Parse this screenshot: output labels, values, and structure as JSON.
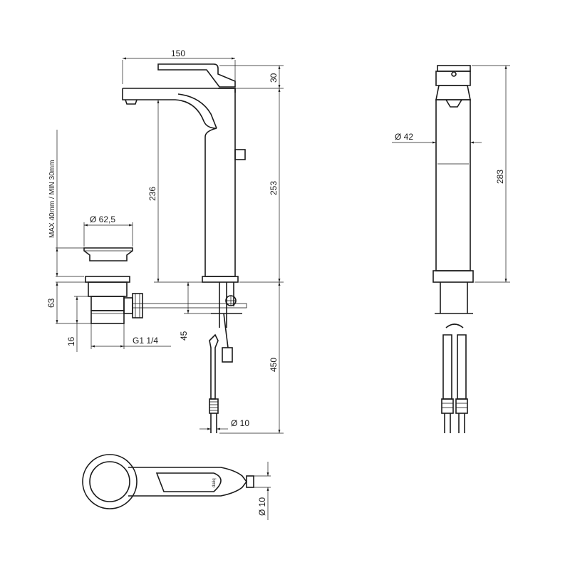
{
  "dimensions": {
    "d150": "150",
    "d30": "30",
    "d253": "253",
    "d236": "236",
    "d450": "450",
    "d45": "45",
    "d10_bottom": "Ø 10",
    "d42": "Ø  42",
    "d283": "283",
    "d62": "Ø 62,5",
    "d63": "63",
    "d16": "16",
    "g14": "G1 1/4",
    "max_min": "MAX 40mm / MIN 30mm",
    "d10_plan": "Ø 10"
  },
  "logo_text": "daliq"
}
